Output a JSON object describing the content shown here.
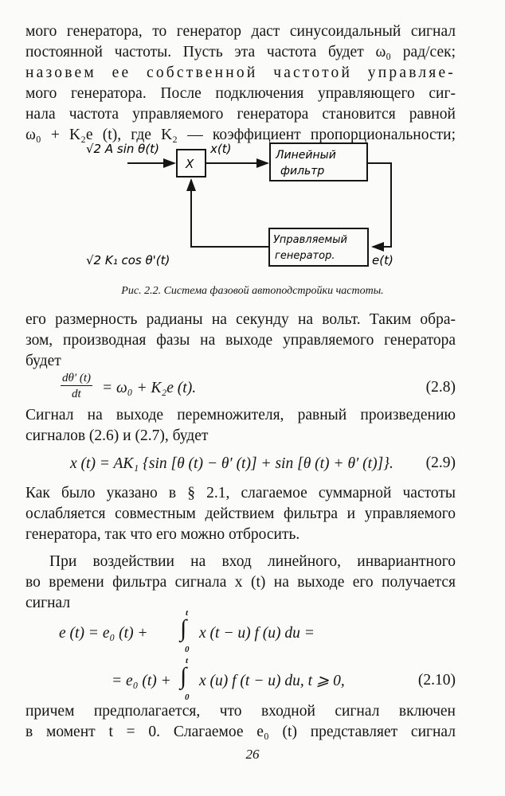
{
  "paragraph1": [
    "мого генератора, то генератор даст синусоидальный сигнал",
    "постоянной частоты. Пусть эта частота будет ω₀ рад/сек;",
    "назовем ее собственной частотой управляе-",
    "мого генератора. После подключения управляющего сиг-",
    "нала частота управляемого генератора становится равной",
    "ω₀ + K₂e (t), где K₂ — коэффициент пропорциональности;"
  ],
  "diagram": {
    "input_label": "√2 A sin θ(t)",
    "multiplier": "X",
    "output_label": "x(t)",
    "filter_line1": "Линейный",
    "filter_line2": "фильтр",
    "vco_line1": "Управляемый",
    "vco_line2": "генератор.",
    "error_label": "e(t)",
    "feedback_label": "√2 K₁ cos θ'(t)"
  },
  "caption": "Рис. 2.2. Система фазовой автоподстройки частоты.",
  "paragraph2": [
    "его размерность радианы на секунду на вольт. Таким обра-",
    "зом, производная фазы на выходе управляемого генератора",
    "будет"
  ],
  "eq_2_8": {
    "numerator": "dθ′ (t)",
    "denominator": "dt",
    "rhs": "= ω₀ + K₂e (t).",
    "number": "(2.8)"
  },
  "paragraph3": [
    "Сигнал на выходе перемножителя, равный произведению",
    "сигналов (2.6) и (2.7), будет"
  ],
  "eq_2_9": {
    "text": "x (t) = AK₁ {sin [θ (t) − θ′ (t)] + sin [θ (t) + θ′ (t)]}.",
    "number": "(2.9)"
  },
  "paragraph4": [
    "Как было указано в § 2.1, слагаемое суммарной частоты",
    "ослабляется совместным действием фильтра и управляемого",
    "генератора, так что его можно отбросить."
  ],
  "paragraph5": [
    "При воздействии на вход линейного, инвариантного",
    "во времени фильтра сигнала x (t) на выходе его получается",
    "сигнал"
  ],
  "eq_2_10": {
    "line1_left": "e (t) = e₀ (t) +",
    "line1_right": "x (t − u) f (u) du =",
    "line2_left": "= e₀ (t) +",
    "line2_right": "x (u) f (t − u) du,   t ⩾ 0,",
    "upper_limit": "t",
    "lower_limit": "0",
    "integral": "∫",
    "number": "(2.10)"
  },
  "paragraph6": [
    "причем предполагается, что входной сигнал включен",
    "в момент t = 0. Слагаемое e₀ (t) представляет сигнал"
  ],
  "page_number": "26"
}
